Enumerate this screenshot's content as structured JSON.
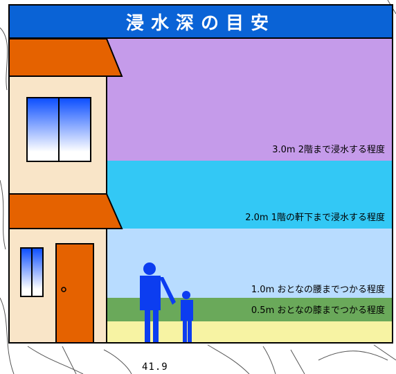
{
  "title": "浸水深の目安",
  "bands": [
    {
      "depth_label": "3.0m 2階まで浸水する程度",
      "color": "#c59bea"
    },
    {
      "depth_label": "2.0m 1階の軒下まで浸水する程度",
      "color": "#33c8f5"
    },
    {
      "depth_label": "1.0m おとなの腰までつかる程度",
      "color": "#b8dcff"
    },
    {
      "depth_label": "0.5m おとなの膝までつかる程度",
      "color": "#6aa95a"
    },
    {
      "depth_label": "",
      "color": "#f7f3a3"
    }
  ],
  "map": {
    "scale_label": "41.9"
  },
  "colors": {
    "title_bg": "#0a63d6",
    "roof": "#e56200",
    "wall": "#f9e5c8",
    "door": "#e56200",
    "people": "#0c3df0"
  }
}
